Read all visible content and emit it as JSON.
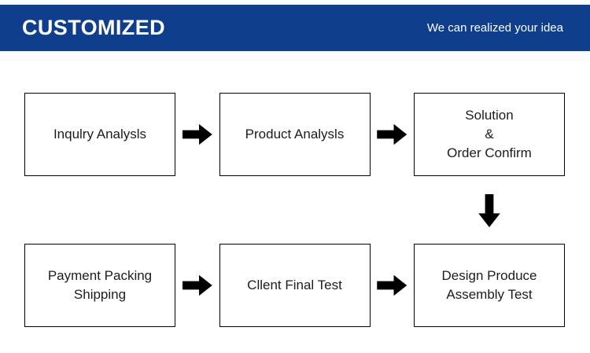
{
  "banner": {
    "title": "CUSTOMIZED",
    "tagline": "We can realized your idea",
    "background_color": "#0f3f8c",
    "text_color": "#ffffff"
  },
  "flow": {
    "row_1": {
      "nodes": [
        {
          "id": "inquiry-analysis",
          "label": "Inqulry Analysls"
        },
        {
          "id": "product-analysis",
          "label": "Product Analysls"
        },
        {
          "id": "solution-order-confirm",
          "label": "Solution\n&\nOrder Confirm"
        }
      ],
      "connectors": [
        {
          "id": "arrow-1",
          "direction": "right",
          "icon": "arrow-right-icon"
        },
        {
          "id": "arrow-2",
          "direction": "right",
          "icon": "arrow-right-icon"
        }
      ]
    },
    "row_connector": {
      "id": "arrow-3",
      "direction": "down",
      "icon": "arrow-down-icon"
    },
    "row_2": {
      "nodes": [
        {
          "id": "payment-packing-shipping",
          "label": "Payment Packing\nShipping"
        },
        {
          "id": "client-final-test",
          "label": "Cllent Final Test"
        },
        {
          "id": "design-produce-assembly-test",
          "label": "Design Produce\nAssembly Test"
        }
      ],
      "connectors": [
        {
          "id": "arrow-4",
          "direction": "right",
          "icon": "arrow-right-icon"
        },
        {
          "id": "arrow-5",
          "direction": "right",
          "icon": "arrow-right-icon"
        }
      ]
    },
    "node_border_color": "#000000",
    "node_background_color": "#ffffff",
    "arrow_color": "#000000"
  }
}
